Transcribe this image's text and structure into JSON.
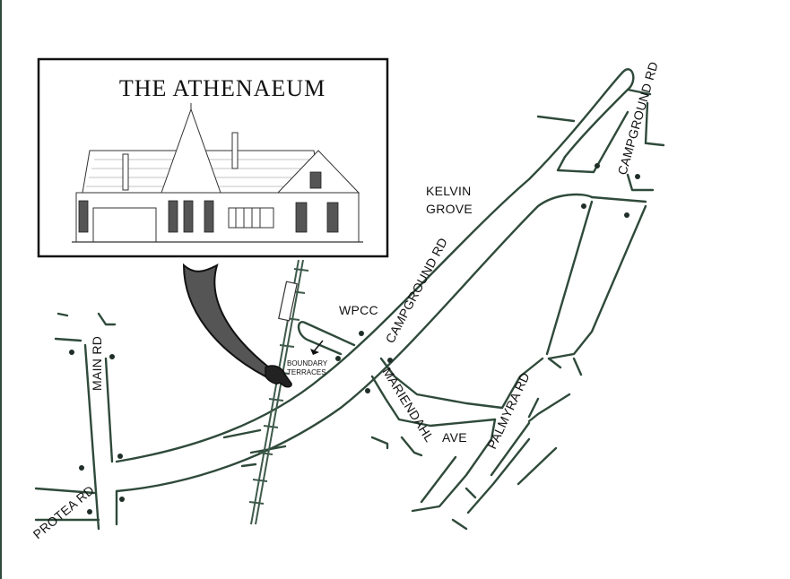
{
  "inset": {
    "title": "THE ATHENAEUM"
  },
  "labels": {
    "kelvin_1": "KELVIN",
    "kelvin_2": "GROVE",
    "wpcc": "WPCC",
    "campground_main": "CAMPGROUND RD",
    "campground_top": "CAMPGROUND RD",
    "boundary_1": "BOUNDARY",
    "boundary_2": "TERRACES",
    "main_rd": "MAIN RD",
    "protea_rd": "PROTEA RD",
    "mariendahl": "MARIENDAHL",
    "ave": "AVE",
    "palmyra_rd": "PALMYRA RD"
  },
  "colors": {
    "road": "#2f4a3a",
    "pointer": "#555555"
  }
}
